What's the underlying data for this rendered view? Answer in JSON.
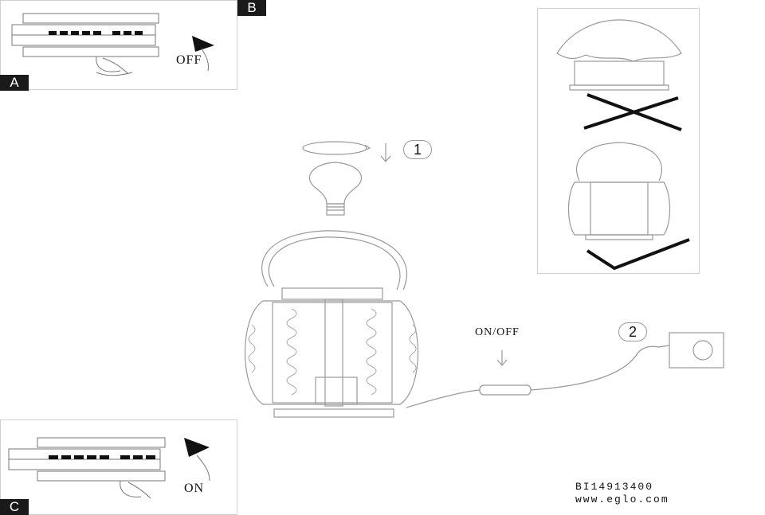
{
  "panels": {
    "a": {
      "tag": "A",
      "state_label": "OFF"
    },
    "b": {
      "tag": "B"
    },
    "c": {
      "tag": "C",
      "state_label": "ON"
    }
  },
  "steps": {
    "step1": "1",
    "step2": "2"
  },
  "switch_label": "ON/OFF",
  "footer": {
    "code": "BI14913400",
    "website": "www.eglo.com"
  }
}
